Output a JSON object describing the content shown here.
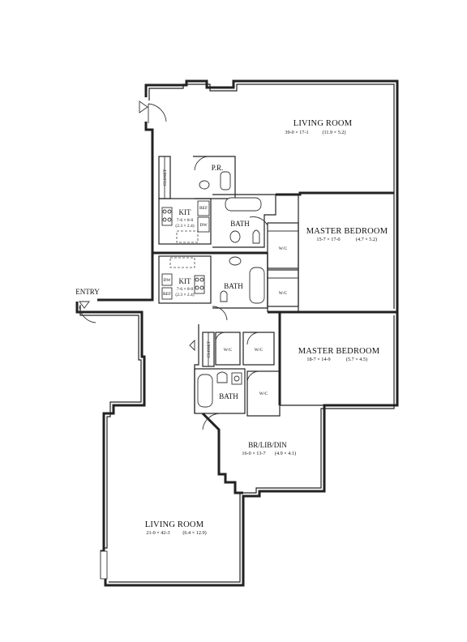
{
  "rooms": {
    "living_room_top": {
      "name": "LIVING ROOM",
      "dims_imperial": "39-0 × 17-1",
      "dims_metric": "(11.9 × 5.2)"
    },
    "master_bedroom_top": {
      "name": "MASTER BEDROOM",
      "dims_imperial": "15-7 × 17-0",
      "dims_metric": "(4.7 × 5.2)"
    },
    "master_bedroom_bottom": {
      "name": "MASTER BEDROOM",
      "dims_imperial": "18-7 × 14-9",
      "dims_metric": "(5.7 × 4.5)"
    },
    "br_lib_din": {
      "name": "BR/LIB/DIN",
      "dims_imperial": "16-0 × 13-7",
      "dims_metric": "(4.9 × 4.1)"
    },
    "living_room_bottom": {
      "name": "LIVING ROOM",
      "dims_imperial": "21-0 × 42-3",
      "dims_metric": "(6.4 × 12.9)"
    },
    "kit_top": {
      "name": "KIT",
      "dims_imperial": "7-6 × 8-0",
      "dims_metric": "(2.3 × 2.4)"
    },
    "kit_bottom": {
      "name": "KIT",
      "dims_imperial": "7-6 × 8-0",
      "dims_metric": "(2.3 × 2.4)"
    },
    "powder_room": {
      "name": "P.R."
    },
    "bath_1": {
      "name": "BATH"
    },
    "bath_2": {
      "name": "BATH"
    },
    "bath_3": {
      "name": "BATH"
    }
  },
  "labels": {
    "entry": "ENTRY",
    "closet": "CLOSET",
    "wic": "W/C",
    "ref": "REF",
    "dw": "DW"
  }
}
